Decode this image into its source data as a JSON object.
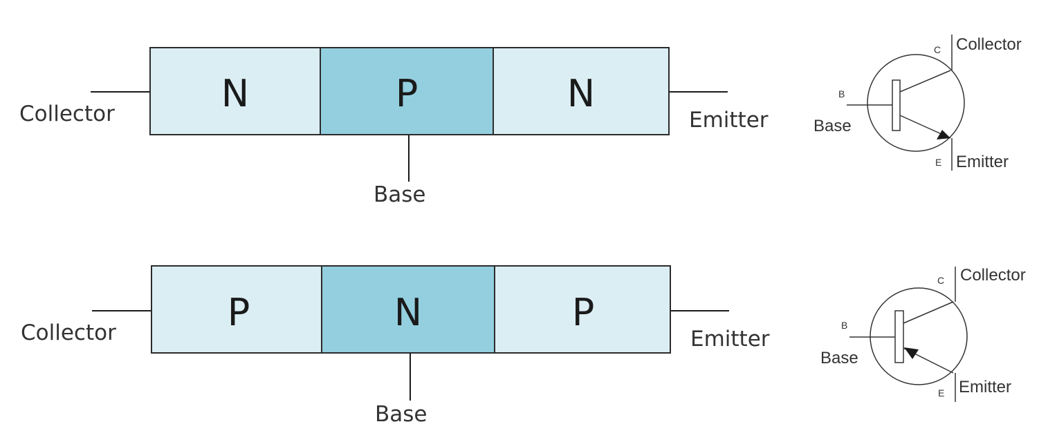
{
  "colors": {
    "outer_region": "#dbeef4",
    "middle_region": "#94cfdf",
    "line": "#1a1a1a"
  },
  "diagrams": [
    {
      "layers": [
        "N",
        "P",
        "N"
      ],
      "collector_label": "Collector",
      "emitter_label": "Emitter",
      "base_label": "Base",
      "symbol": {
        "c_letter": "C",
        "b_letter": "B",
        "e_letter": "E",
        "collector_label": "Collector",
        "base_label": "Base",
        "emitter_label": "Emitter",
        "arrow_direction": "outward"
      }
    },
    {
      "layers": [
        "P",
        "N",
        "P"
      ],
      "collector_label": "Collector",
      "emitter_label": "Emitter",
      "base_label": "Base",
      "symbol": {
        "c_letter": "C",
        "b_letter": "B",
        "e_letter": "E",
        "collector_label": "Collector",
        "base_label": "Base",
        "emitter_label": "Emitter",
        "arrow_direction": "inward"
      }
    }
  ]
}
